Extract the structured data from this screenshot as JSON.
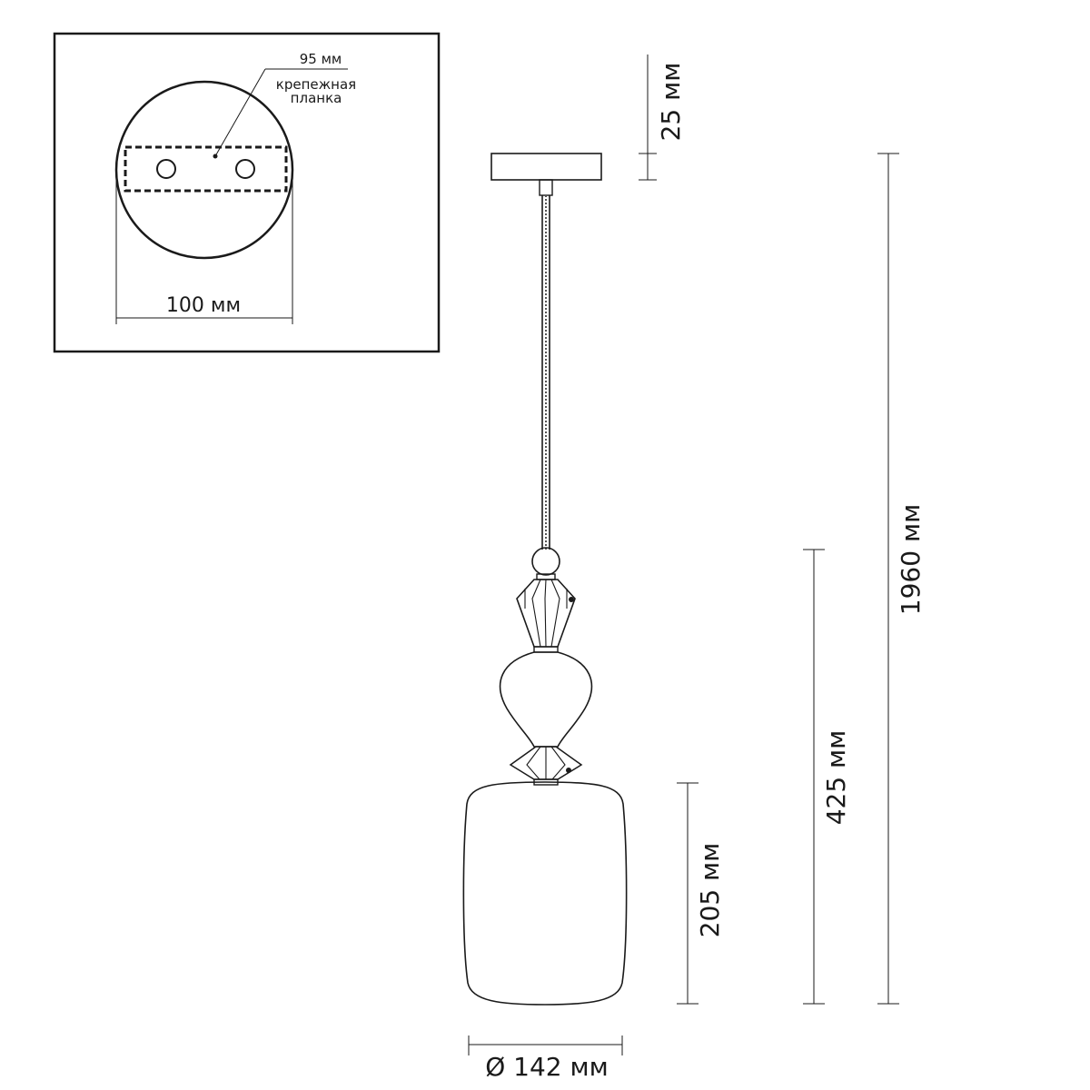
{
  "inset": {
    "plate_width_label": "95 мм",
    "plate_name_line1": "крепежная",
    "plate_name_line2": "планка",
    "canopy_diameter_label": "100 мм"
  },
  "dimensions": {
    "canopy_height_label": "25 мм",
    "total_height_label": "1960 мм",
    "body_height_label": "425 мм",
    "shade_height_label": "205 мм",
    "shade_diameter_label": "Ø 142 мм"
  }
}
